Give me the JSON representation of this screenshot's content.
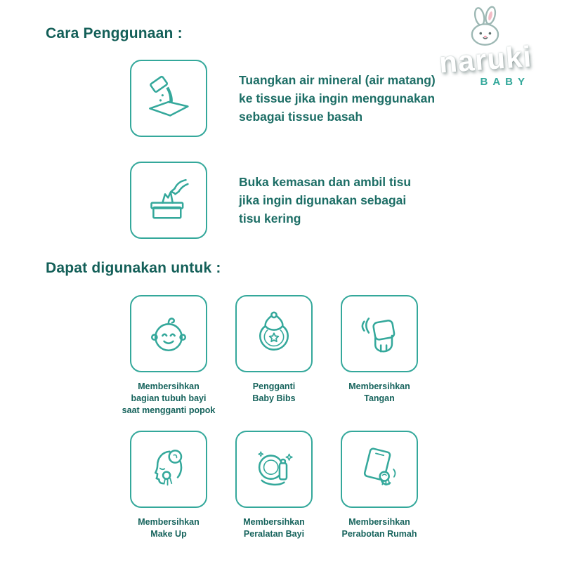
{
  "brand": {
    "name": "naruki",
    "subtitle": "BABY",
    "logo_icon": "bunny-icon"
  },
  "colors": {
    "teal": "#34a89b",
    "dark_teal": "#135f58",
    "text_teal": "#1d6e66"
  },
  "sections": {
    "usage": {
      "title": "Cara Penggunaan :",
      "steps": [
        {
          "icon": "pour-water-on-tissue-icon",
          "text": "Tuangkan air mineral (air matang)\nke tissue jika ingin menggunakan\nsebagai tissue basah"
        },
        {
          "icon": "take-tissue-from-box-icon",
          "text": "Buka kemasan dan ambil tisu\njika ingin digunakan sebagai\ntisu kering"
        }
      ]
    },
    "uses": {
      "title": "Dapat digunakan untuk :",
      "items": [
        {
          "icon": "baby-face-icon",
          "label": "Membersihkan\nbagian tubuh bayi\nsaat mengganti popok"
        },
        {
          "icon": "baby-bib-icon",
          "label": "Pengganti\nBaby Bibs"
        },
        {
          "icon": "hand-wipe-icon",
          "label": "Membersihkan\nTangan"
        },
        {
          "icon": "makeup-removal-icon",
          "label": "Membersihkan\nMake Up"
        },
        {
          "icon": "baby-equipment-icon",
          "label": "Membersihkan\nPeralatan Bayi"
        },
        {
          "icon": "home-furniture-icon",
          "label": "Membersihkan\nPerabotan Rumah"
        }
      ]
    }
  }
}
